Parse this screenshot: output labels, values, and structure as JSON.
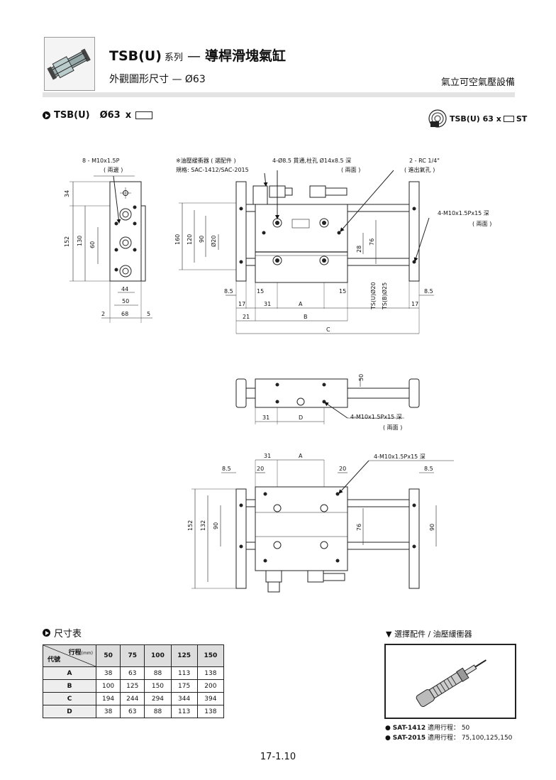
{
  "header": {
    "title_main": "TSB(U)",
    "title_series": "系列",
    "title_dash": "—",
    "title_name": "導桿滑塊氣缸",
    "subtitle": "外觀圖形尺寸 — Ø63",
    "company": "氣立可空氣壓設備"
  },
  "model": {
    "label": "TSB(U)",
    "bore": "Ø63",
    "x": "x",
    "st_prefix": "TSB(U) 63 x",
    "st_suffix": "ST"
  },
  "annotations": {
    "tap_left": "8 - M10x1.5P",
    "tap_left_note": "( 兩邊 )",
    "buffer": "※油壓緩衝器 ( 選配件 )",
    "buffer_spec": "規格: SAC-1412/SAC-2015",
    "thru": "4-Ø8.5 貫通,柱孔 Ø14x8.5 深",
    "thru_note": "( 兩面 )",
    "rc": "2 - RC 1/4\"",
    "rc_note": "( 進出氣孔 )",
    "tap_right": "4-M10x1.5Px15 深",
    "tap_right_note": "( 兩面 )",
    "tap_mid": "4-M10x1.5Px15 深",
    "tap_mid_note": "( 兩面 )",
    "tap_bottom": "4-M10x1.5Px15 深"
  },
  "dims": {
    "d34": "34",
    "d152": "152",
    "d130": "130",
    "d60": "60",
    "d44": "44",
    "d50": "50",
    "d2": "2",
    "d68": "68",
    "d5": "5",
    "d160": "160",
    "d120": "120",
    "d90": "90",
    "dphi20": "Ø20",
    "d28": "28",
    "d76": "76",
    "d85a": "8.5",
    "d15a": "15",
    "d15b": "15",
    "d85b": "8.5",
    "d17a": "17",
    "d31": "31",
    "dA": "A",
    "d17b": "17",
    "d21": "21",
    "dB": "B",
    "dC": "C",
    "tsu": "TS(U)Ø20",
    "tsb": "TS(B)Ø25",
    "d50b": "50",
    "d31b": "31",
    "dD": "D",
    "d31c": "31",
    "dA2": "A",
    "d85c": "8.5",
    "d20a": "20",
    "d20b": "20",
    "d85d": "8.5",
    "d152b": "152",
    "d132": "132",
    "d90b": "90",
    "d76b": "76",
    "d90c": "90"
  },
  "table": {
    "title": "尺寸表",
    "stroke_label": "行程",
    "unit": "(mm)",
    "code_label": "代號",
    "columns": [
      "50",
      "75",
      "100",
      "125",
      "150"
    ],
    "rows": [
      {
        "code": "A",
        "values": [
          "38",
          "63",
          "88",
          "113",
          "138"
        ]
      },
      {
        "code": "B",
        "values": [
          "100",
          "125",
          "150",
          "175",
          "200"
        ]
      },
      {
        "code": "C",
        "values": [
          "194",
          "244",
          "294",
          "344",
          "394"
        ]
      },
      {
        "code": "D",
        "values": [
          "38",
          "63",
          "88",
          "113",
          "138"
        ]
      }
    ]
  },
  "accessory": {
    "title": "▼ 選擇配件 / 油壓緩衝器",
    "items": [
      {
        "model": "SAT-1412",
        "text": "適用行程：  50"
      },
      {
        "model": "SAT-2015",
        "text": "適用行程：  75,100,125,150"
      }
    ]
  },
  "page_number": "17-1.10"
}
